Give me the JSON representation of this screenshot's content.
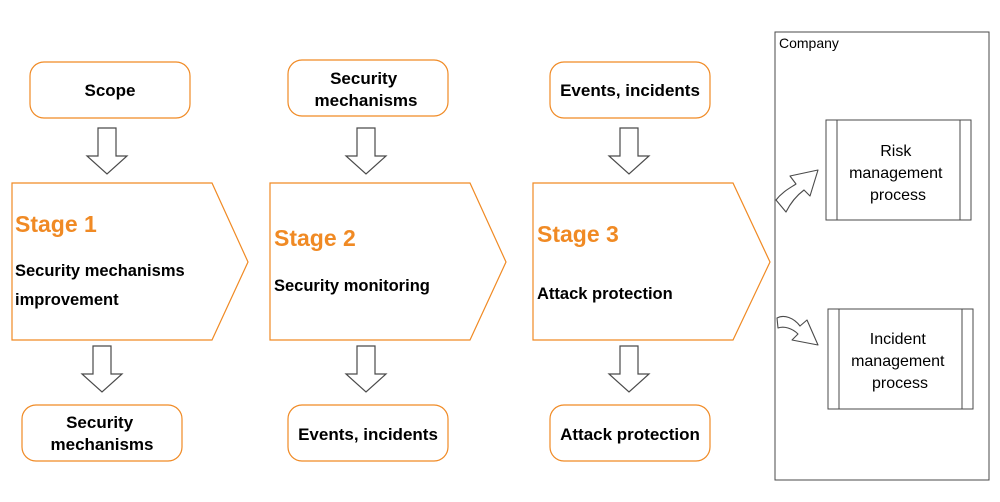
{
  "inputs": [
    {
      "lines": [
        "Scope"
      ]
    },
    {
      "lines": [
        "Security",
        "mechanisms"
      ]
    },
    {
      "lines": [
        "Events, incidents"
      ]
    }
  ],
  "stages": [
    {
      "title": "Stage 1",
      "subtitle_lines": [
        "Security mechanisms",
        "improvement"
      ]
    },
    {
      "title": "Stage 2",
      "subtitle_lines": [
        "Security monitoring"
      ]
    },
    {
      "title": "Stage 3",
      "subtitle_lines": [
        "Attack protection"
      ]
    }
  ],
  "outputs": [
    {
      "lines": [
        "Security",
        "mechanisms"
      ]
    },
    {
      "lines": [
        "Events, incidents"
      ]
    },
    {
      "lines": [
        "Attack protection"
      ]
    }
  ],
  "company": {
    "label": "Company",
    "processes": [
      {
        "lines": [
          "Risk",
          "management",
          "process"
        ]
      },
      {
        "lines": [
          "Incident",
          "management",
          "process"
        ]
      }
    ]
  },
  "colors": {
    "accent": "#F08A24",
    "stroke": "#4a4a4a",
    "text": "#000000"
  }
}
